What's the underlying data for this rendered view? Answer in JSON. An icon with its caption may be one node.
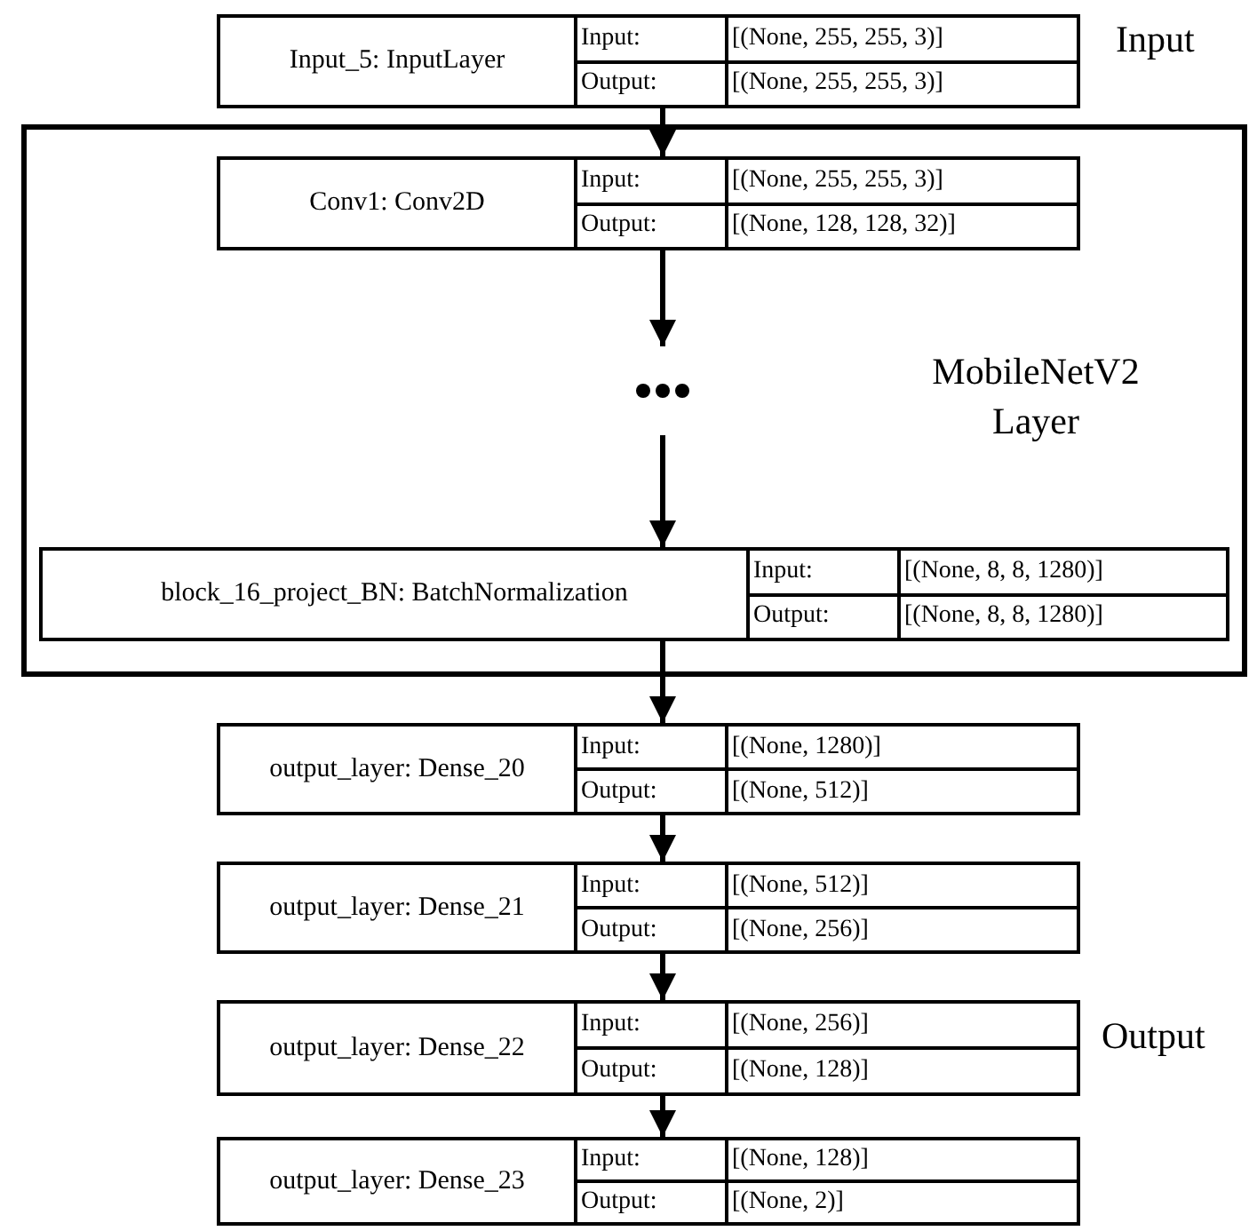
{
  "diagram": {
    "nodes": [
      {
        "text": [
          "Input_5: InputLayer",
          "Input:",
          "[(None, 255, 255, 3)]",
          "Output:",
          "[(None, 255, 255, 3)]"
        ],
        "beside": [
          "Input"
        ]
      },
      {
        "text": [
          "MobileNetV2 Layer"
        ]
      },
      {
        "text": [
          "Conv1: Conv2D",
          "Input:",
          "[(None, 255, 255, 3)]",
          "Output:",
          "[(None, 128, 128, 32)]"
        ],
        "in": 1
      },
      {
        "text": [],
        "shape": "ellipsis",
        "in": 1
      },
      {
        "text": [
          "block_16_project_BN: BatchNormalization",
          "Input:",
          "[(None, 8, 8, 1280)]",
          "Output:",
          "[(None, 8, 8, 1280)]"
        ],
        "in": 1
      },
      {
        "text": [
          "output_layer: Dense_20",
          "Input:",
          "[(None, 1280)]",
          "Output:",
          "[(None, 512)]"
        ]
      },
      {
        "text": [
          "output_layer: Dense_21",
          "Input:",
          "[(None, 512)]",
          "Output:",
          "[(None, 256)]"
        ]
      },
      {
        "text": [
          "output_layer: Dense_22",
          "Input:",
          "[(None, 256)]",
          "Output:",
          "[(None, 128)]"
        ],
        "beside": [
          "Output"
        ]
      },
      {
        "text": [
          "output_layer: Dense_23",
          "Input:",
          "[(None, 128)]",
          "Output:",
          "[(None, 2)]"
        ]
      }
    ],
    "edges": [
      {
        "from": 0,
        "to": 2,
        "arrow": "to"
      },
      {
        "from": 2,
        "to": 3,
        "arrow": "to"
      },
      {
        "from": 3,
        "to": 4,
        "arrow": "to"
      },
      {
        "from": 4,
        "to": 5,
        "arrow": "to"
      },
      {
        "from": 5,
        "to": 6,
        "arrow": "to"
      },
      {
        "from": 6,
        "to": 7,
        "arrow": "to"
      },
      {
        "from": 7,
        "to": 8,
        "arrow": "to"
      }
    ]
  }
}
